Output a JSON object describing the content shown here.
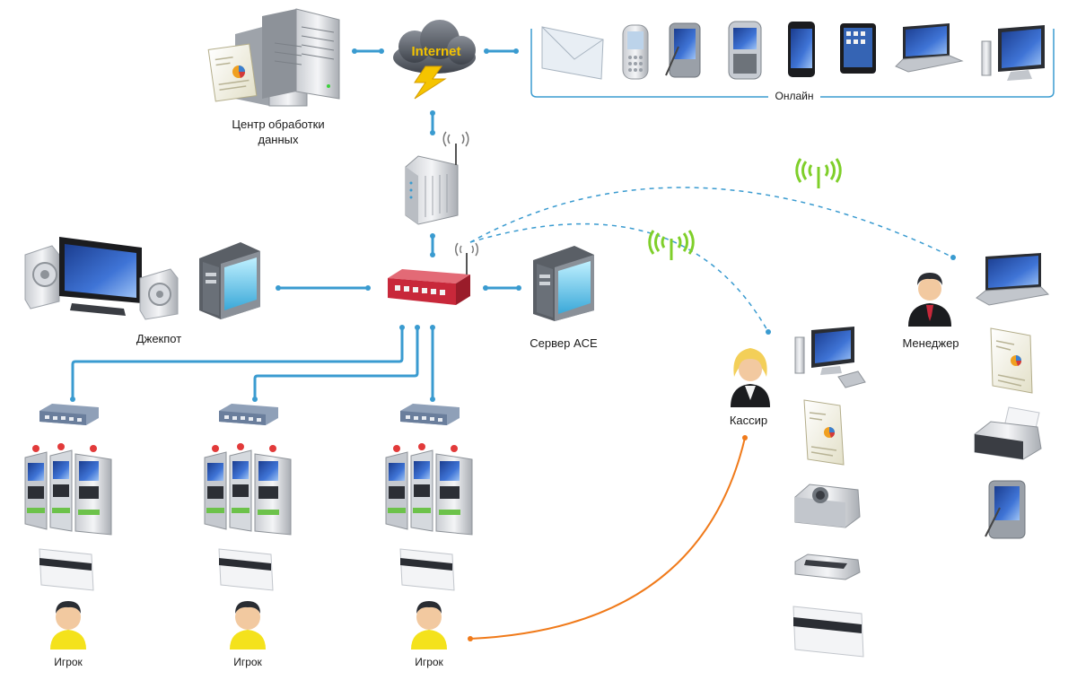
{
  "labels": {
    "internet": "Internet",
    "data_center": [
      "Центр обработки",
      "данных"
    ],
    "online": "Онлайн",
    "jackpot": "Джекпот",
    "ace_server": "Сервер ACE",
    "cashier": "Кассир",
    "manager": "Менеджер",
    "player": "Игрок"
  },
  "colors": {
    "wired_link": "#3a9bd0",
    "wireless_signal": "#7fcf2a",
    "cashier_link": "#f07a1a",
    "player_shirt": "#f4e21c",
    "router": "#c8283a"
  },
  "groups": {
    "online_devices": [
      "envelope-icon",
      "phone-icon",
      "pda-icon",
      "smartphone-icon",
      "iphone-icon",
      "tablet-icon",
      "laptop-icon",
      "monitor-icon"
    ],
    "cashier_devices": [
      "workstation-icon",
      "report-document-icon",
      "receipt-printer-icon",
      "card-reader-icon",
      "card-icon"
    ],
    "manager_devices": [
      "laptop-icon",
      "report-document-icon",
      "printer-icon",
      "pda-icon"
    ]
  }
}
